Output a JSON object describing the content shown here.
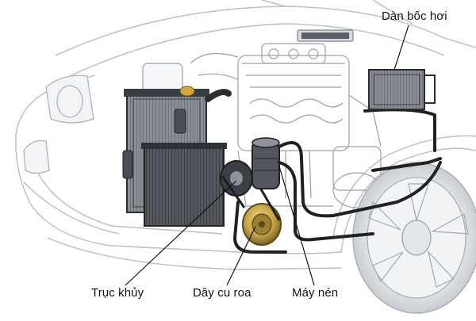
{
  "labels": {
    "evaporator": "Dàn bốc hơi",
    "crankshaft": "Trục khủy",
    "belt": "Dây cu roa",
    "compressor": "Máy nén"
  },
  "colors": {
    "body_line": "#b9bec4",
    "body_fill": "#f3f4f6",
    "engine_line": "#9aa0a8",
    "component_dark": "#3a3d42",
    "component_mid": "#6b7078",
    "hose": "#1f2124",
    "pulley_gold": "#c8a64a",
    "leader": "#111111"
  },
  "icons": {
    "car": "car-cutaway-illustration",
    "evaporator": "evaporator-core-icon",
    "compressor": "compressor-icon",
    "pulley": "pulley-icon"
  }
}
